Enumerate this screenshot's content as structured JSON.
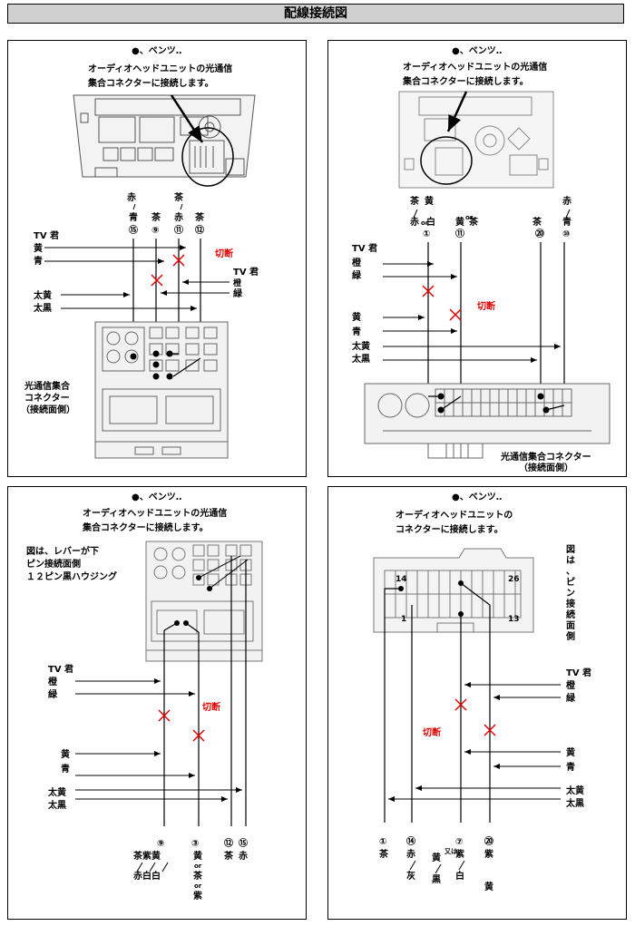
{
  "title": "配線接続図",
  "common": {
    "brand": "●、ベンツ‥",
    "cut": "切断",
    "tv": "TV 君",
    "orange": "橙",
    "green": "緑",
    "yellow": "黄",
    "blue": "青",
    "thick_yellow": "太黄",
    "thick_black": "太黒"
  },
  "p1": {
    "desc1": "オーディオヘッドユニットの光通信",
    "desc2": "集合コネクターに接続します。",
    "top_red": "赤",
    "top_brown": "茶",
    "c1": "青",
    "c2": "茶",
    "c3": "赤",
    "c4": "茶",
    "n1": "⑮",
    "n2": "⑨",
    "n3": "⑪",
    "n4": "⑫",
    "conn1": "光通信集合",
    "conn2": "コネクター",
    "conn3": "（接続面側）"
  },
  "p2": {
    "desc1": "オーディオヘッドユニットの光通信",
    "desc2": "集合コネクターに接続します。",
    "c1a": "茶",
    "c1b": "赤",
    "c1or": "or",
    "c1c": "黄",
    "c1d": "白",
    "c2a": "黄",
    "c2or": "or",
    "c2b": "茶",
    "c3": "茶",
    "c4a": "赤",
    "c4b": "青",
    "n1": "①",
    "n2": "⑪",
    "n3": "⑳",
    "n4": "⑩",
    "conn": "光通信集合コネクター",
    "conn2": "（接続面側）"
  },
  "p3": {
    "desc1": "オーディオヘッドユニットの光通信",
    "desc2": "集合コネクターに接続します。",
    "note1": "図は、レバーが下",
    "note2": "ピン接続面側",
    "note3": "１２ピン黒ハウジング",
    "n1": "⑨",
    "n2": "③",
    "n3": "⑫",
    "n4": "⑮",
    "b1a": "茶紫黄",
    "b1b": "赤白白",
    "b2a": "黄",
    "b2or1": "or",
    "b2b": "茶",
    "b2or2": "or",
    "b2c": "紫",
    "b3": "茶",
    "b4": "赤"
  },
  "p4": {
    "desc1": "オーディオヘッドユニットの",
    "desc2": "コネクターに接続します。",
    "side": "図は、ピン接続面側",
    "pin14": "14",
    "pin26": "26",
    "pin1": "1",
    "pin13": "13",
    "n1": "①",
    "n2": "⑭",
    "n3": "⑦",
    "n4": "⑳",
    "b1": "茶",
    "b2a": "赤",
    "b2b": "灰",
    "b3a": "黄",
    "b3b": "黒",
    "b3or": "又は",
    "b3c": "紫",
    "b3d": "白",
    "b4": "紫",
    "b5": "黄"
  }
}
